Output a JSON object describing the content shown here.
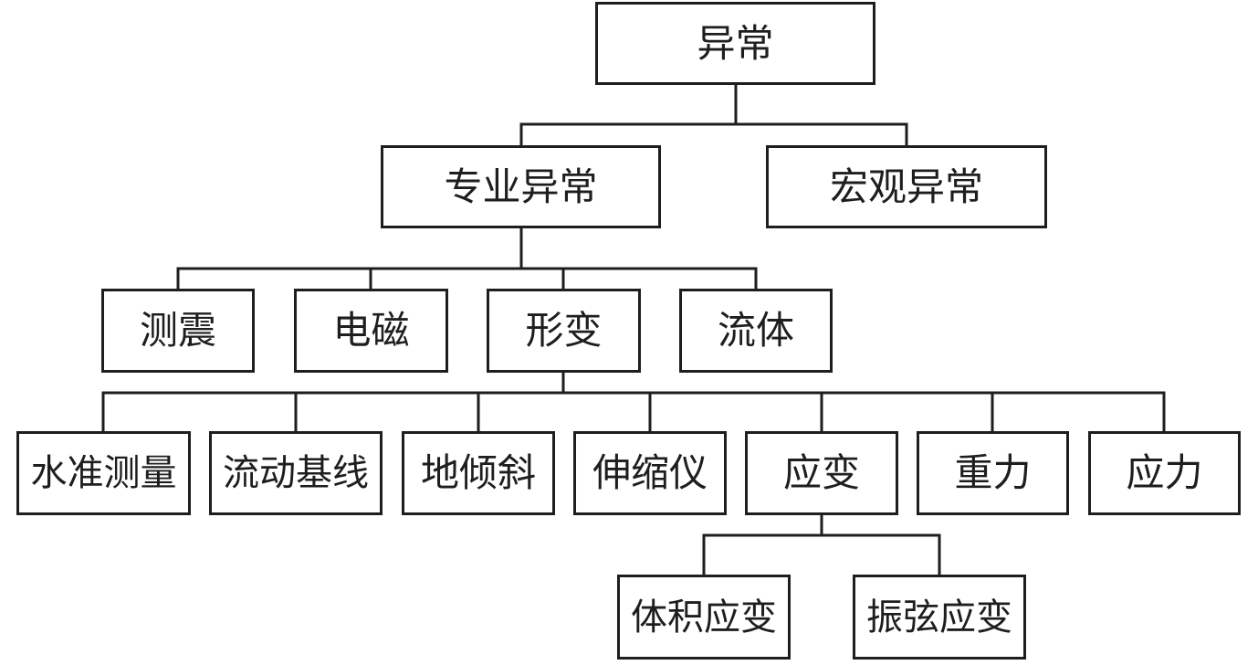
{
  "diagram": {
    "root": "异常",
    "level1": [
      "专业异常",
      "宏观异常"
    ],
    "level2": [
      "测震",
      "电磁",
      "形变",
      "流体"
    ],
    "level3": [
      "水准测量",
      "流动基线",
      "地倾斜",
      "伸缩仪",
      "应变",
      "重力",
      "应力"
    ],
    "level4": [
      "体积应变",
      "振弦应变"
    ]
  },
  "colors": {
    "line": "#1e1e1e",
    "background": "#ffffff"
  }
}
